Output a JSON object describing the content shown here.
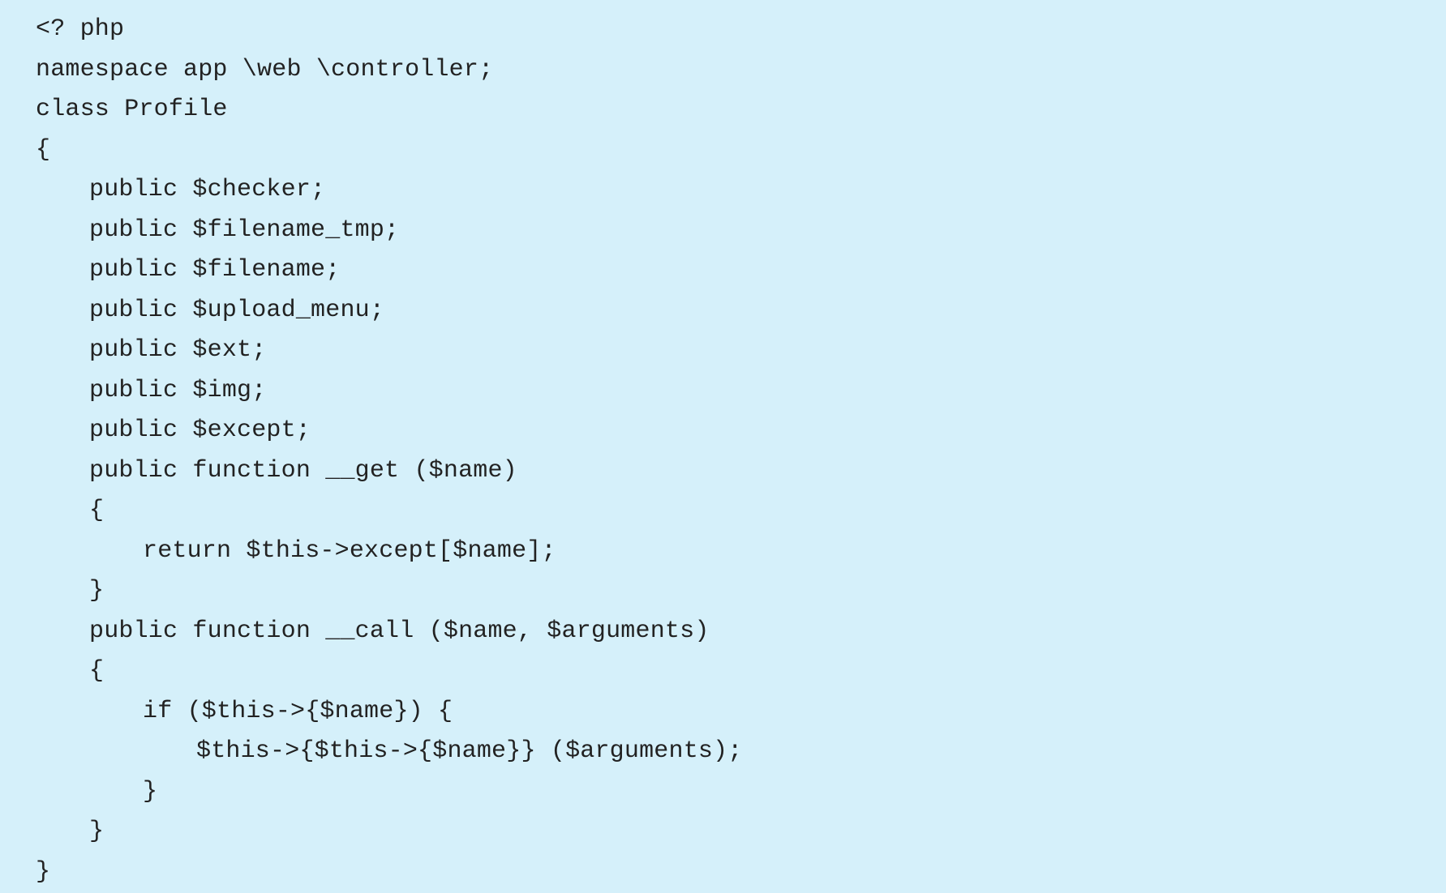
{
  "code": {
    "language": "php",
    "background_color": "#d5f0fa",
    "text_color": "#222222",
    "lines": [
      {
        "indent": 0,
        "text": "<? php"
      },
      {
        "indent": 0,
        "text": "namespace app \\web \\controller;"
      },
      {
        "indent": 0,
        "text": "class Profile"
      },
      {
        "indent": 0,
        "text": "{"
      },
      {
        "indent": 1,
        "text": "public $checker;"
      },
      {
        "indent": 1,
        "text": "public $filename_tmp;"
      },
      {
        "indent": 1,
        "text": "public $filename;"
      },
      {
        "indent": 1,
        "text": "public $upload_menu;"
      },
      {
        "indent": 1,
        "text": "public $ext;"
      },
      {
        "indent": 1,
        "text": "public $img;"
      },
      {
        "indent": 1,
        "text": "public $except;"
      },
      {
        "indent": 1,
        "text": "public function __get ($name)"
      },
      {
        "indent": 1,
        "text": "{"
      },
      {
        "indent": 2,
        "text": "return $this->except[$name];"
      },
      {
        "indent": 1,
        "text": "}"
      },
      {
        "indent": 1,
        "text": "public function __call ($name, $arguments)"
      },
      {
        "indent": 1,
        "text": "{"
      },
      {
        "indent": 2,
        "text": "if ($this->{$name}) {"
      },
      {
        "indent": 3,
        "text": "$this->{$this->{$name}} ($arguments);"
      },
      {
        "indent": 2,
        "text": "}"
      },
      {
        "indent": 1,
        "text": "}"
      },
      {
        "indent": 0,
        "text": "}"
      }
    ]
  }
}
